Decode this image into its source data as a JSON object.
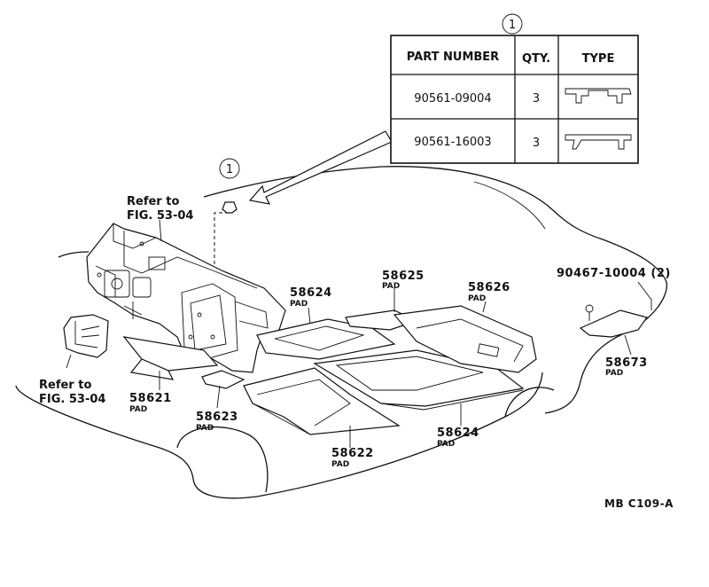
{
  "diagram": {
    "callout_symbol": "1",
    "parts_table": {
      "headers": [
        "PART NUMBER",
        "QTY.",
        "TYPE"
      ],
      "rows": [
        {
          "part_number": "90561-09004",
          "qty": "3",
          "type_icon": "clip-double-leg-icon"
        },
        {
          "part_number": "90561-16003",
          "qty": "3",
          "type_icon": "clip-single-leg-icon"
        }
      ]
    },
    "labels": {
      "ref_top_line1": "Refer to",
      "ref_top_line2": "FIG. 53-04",
      "ref_left_line1": "Refer to",
      "ref_left_line2": "FIG. 53-04",
      "p58624_top": "58624",
      "p58624_top_sub": "PAD",
      "p58625": "58625",
      "p58625_sub": "PAD",
      "p58626": "58626",
      "p58626_sub": "PAD",
      "p90467": "90467-10004 (2)",
      "p58673": "58673",
      "p58673_sub": "PAD",
      "p58621": "58621",
      "p58621_sub": "PAD",
      "p58623": "58623",
      "p58623_sub": "PAD",
      "p58622": "58622",
      "p58622_sub": "PAD",
      "p58624_bottom": "58624",
      "p58624_bottom_sub": "PAD",
      "figure_code": "MB  C109-A"
    }
  }
}
